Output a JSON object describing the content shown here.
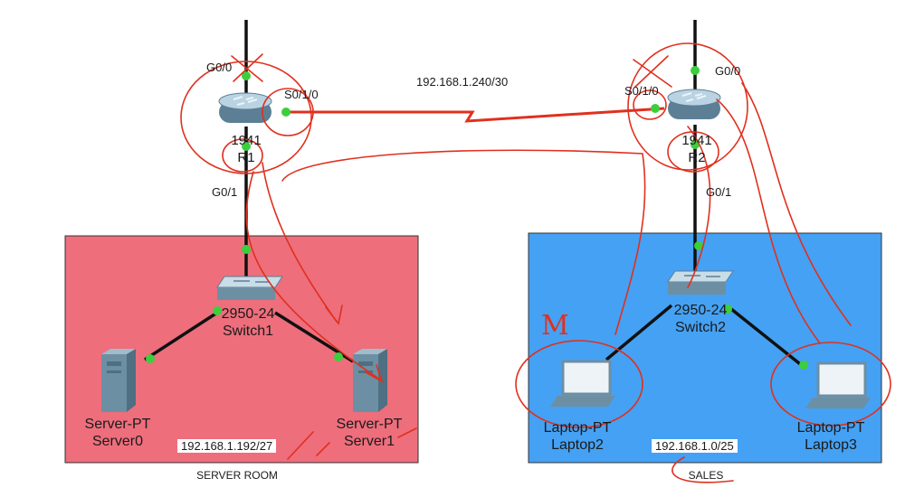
{
  "zones": {
    "server_room": {
      "name": "SERVER ROOM",
      "network": "192.168.1.192/27",
      "fill": "#ee6e7c"
    },
    "sales": {
      "name": "SALES",
      "network": "192.168.1.0/25",
      "fill": "#45a1f3"
    }
  },
  "wan_link": {
    "network": "192.168.1.240/30"
  },
  "devices": {
    "r1": {
      "model": "1941",
      "name": "R1",
      "ports": {
        "g00": "G0/0",
        "g01": "G0/1",
        "s010": "S0/1/0"
      }
    },
    "r2": {
      "model": "1941",
      "name": "R2",
      "ports": {
        "g00": "G0/0",
        "g01": "G0/1",
        "s010": "S0/1/0"
      }
    },
    "switch1": {
      "model": "2950-24",
      "name": "Switch1"
    },
    "switch2": {
      "model": "2950-24",
      "name": "Switch2"
    },
    "server0": {
      "model": "Server-PT",
      "name": "Server0"
    },
    "server1": {
      "model": "Server-PT",
      "name": "Server1"
    },
    "laptop2": {
      "model": "Laptop-PT",
      "name": "Laptop2"
    },
    "laptop3": {
      "model": "Laptop-PT",
      "name": "Laptop3"
    }
  },
  "annotations": {
    "handwritten_letter": "M"
  },
  "colors": {
    "link": "#111111",
    "link_up": "#3ccf3c",
    "pen": "#e0301e",
    "wan": "#e0301e"
  }
}
